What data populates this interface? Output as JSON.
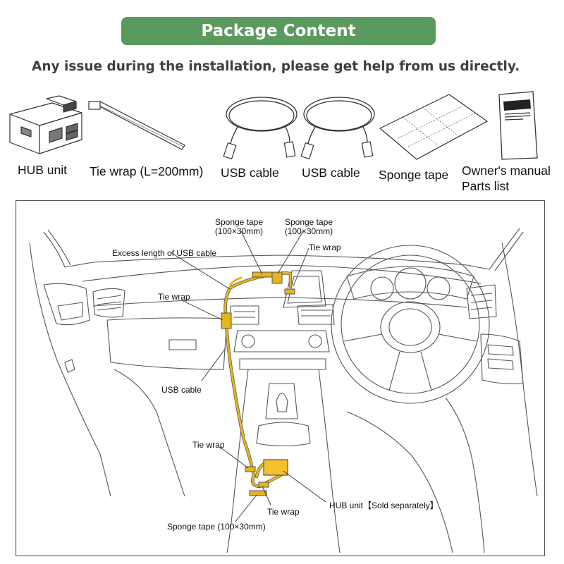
{
  "header": {
    "title": "Package Content",
    "subtitle": "Any issue during the installation, please get help from us directly."
  },
  "package_items": [
    {
      "label": "HUB unit",
      "icon": "hub-unit-icon"
    },
    {
      "label": "Tie wrap (L=200mm)",
      "icon": "tie-wrap-icon"
    },
    {
      "label": "USB cable",
      "icon": "usb-cable-icon"
    },
    {
      "label": "USB cable",
      "icon": "usb-cable-icon"
    },
    {
      "label": "Sponge tape",
      "icon": "sponge-tape-icon"
    },
    {
      "label": "Owner's manual",
      "label2": "Parts list",
      "icon": "manual-icon"
    }
  ],
  "diagram": {
    "labels": {
      "sponge_tape_1_line1": "Sponge tape",
      "sponge_tape_1_line2": "(100×30mm)",
      "sponge_tape_2_line1": "Sponge tape",
      "sponge_tape_2_line2": "(100×30mm)",
      "tie_wrap_top": "Tie wrap",
      "excess_length": "Excess length of USB cable",
      "tie_wrap_left": "Tie wrap",
      "usb_cable": "USB cable",
      "tie_wrap_lower": "Tie wrap",
      "tie_wrap_bottom": "Tie wrap",
      "hub_unit": "HUB unit【Sold separately】",
      "sponge_tape_bottom": "Sponge tape (100×30mm)"
    },
    "colors": {
      "cable": "#e8b41c",
      "line_art": "#555555"
    }
  }
}
